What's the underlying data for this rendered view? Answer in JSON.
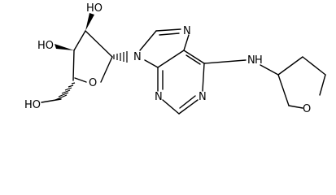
{
  "structure": {
    "labels": {
      "ho_top": "HO",
      "ho_left": "HO",
      "ho_ch2": "HO",
      "o_ring": "O",
      "n9": "N",
      "n7": "N",
      "n1": "N",
      "n3": "N",
      "nh": "N",
      "h_of_nh": "H",
      "o_thf": "O"
    }
  }
}
